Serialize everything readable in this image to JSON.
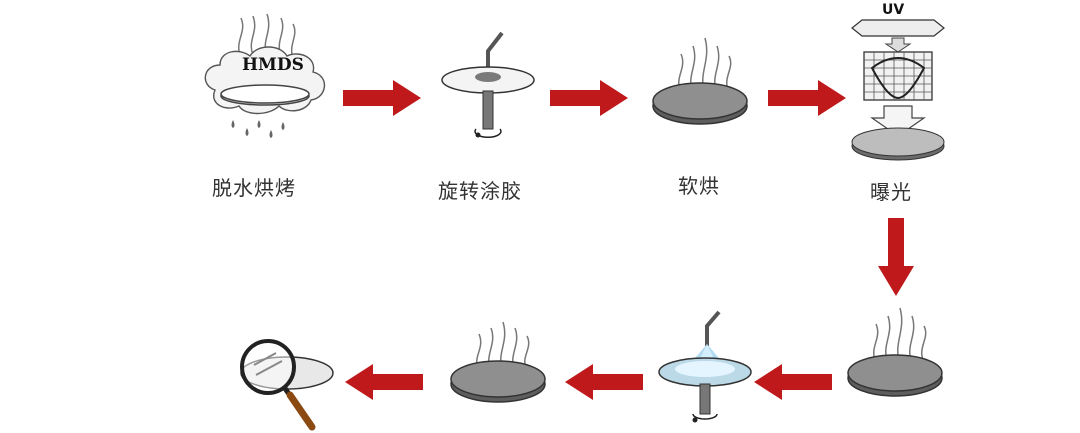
{
  "steps": [
    {
      "label": "脱水烘烤",
      "annotation": "HMDS"
    },
    {
      "label": "旋转涂胶"
    },
    {
      "label": "软烘"
    },
    {
      "label": "曝光",
      "annotation": "UV"
    },
    {
      "label": ""
    },
    {
      "label": ""
    },
    {
      "label": ""
    },
    {
      "label": ""
    }
  ],
  "colors": {
    "arrow": "#c0191b",
    "wafer_top": "#9a9a9a",
    "wafer_side": "#6e6e6e",
    "outline": "#333333"
  }
}
